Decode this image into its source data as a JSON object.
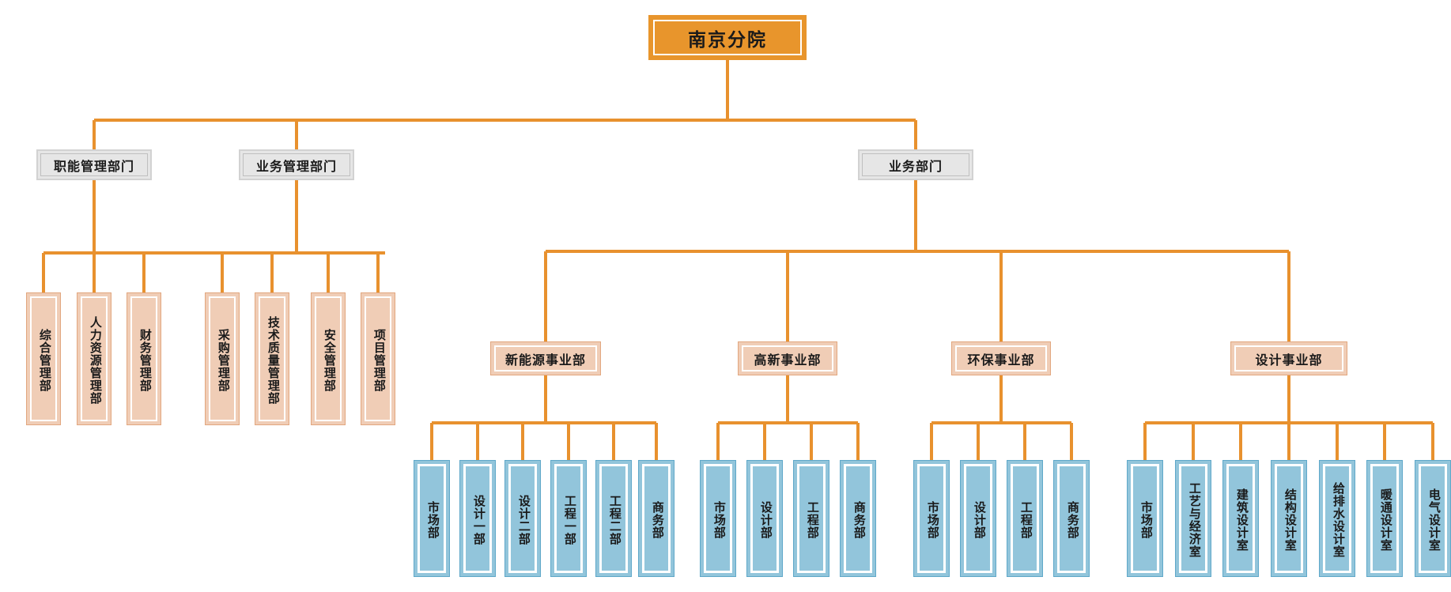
{
  "theme": {
    "connector_color": "#E8912E",
    "root_fill": "#E8952C",
    "level2_fill": "#E6E6E6",
    "peach_fill": "#F0CDB6",
    "blue_fill": "#92C5DB",
    "background": "#FFFFFF"
  },
  "root": {
    "label": "南京分院"
  },
  "level2": [
    {
      "label": "职能管理部门"
    },
    {
      "label": "业务管理部门"
    },
    {
      "label": "业务部门"
    }
  ],
  "functional_departments": [
    {
      "label": "综合管理部"
    },
    {
      "label": "人力资源管理部"
    },
    {
      "label": "财务管理部"
    }
  ],
  "business_management_departments": [
    {
      "label": "采购管理部"
    },
    {
      "label": "技术质量管理部"
    },
    {
      "label": "安全管理部"
    },
    {
      "label": "项目管理部"
    }
  ],
  "business_units": [
    {
      "label": "新能源事业部",
      "children": [
        {
          "label": "市场部"
        },
        {
          "label": "设计一部"
        },
        {
          "label": "设计二部"
        },
        {
          "label": "工程一部"
        },
        {
          "label": "工程二部"
        },
        {
          "label": "商务部"
        }
      ]
    },
    {
      "label": "高新事业部",
      "children": [
        {
          "label": "市场部"
        },
        {
          "label": "设计部"
        },
        {
          "label": "工程部"
        },
        {
          "label": "商务部"
        }
      ]
    },
    {
      "label": "环保事业部",
      "children": [
        {
          "label": "市场部"
        },
        {
          "label": "设计部"
        },
        {
          "label": "工程部"
        },
        {
          "label": "商务部"
        }
      ]
    },
    {
      "label": "设计事业部",
      "children": [
        {
          "label": "市场部"
        },
        {
          "label": "工艺与经济室"
        },
        {
          "label": "建筑设计室"
        },
        {
          "label": "结构设计室"
        },
        {
          "label": "给排水设计室"
        },
        {
          "label": "暖通设计室"
        },
        {
          "label": "电气设计室"
        }
      ]
    }
  ]
}
